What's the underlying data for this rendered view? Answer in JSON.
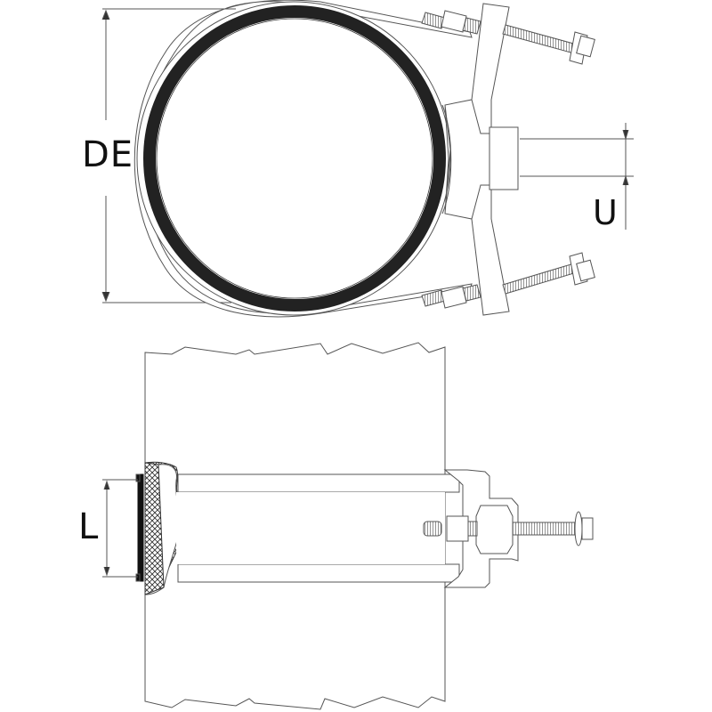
{
  "diagram": {
    "subject": "pipe repair clamp",
    "views": [
      {
        "name": "end view",
        "position": "top"
      },
      {
        "name": "side view",
        "position": "bottom"
      }
    ],
    "dimensions": {
      "de_label": "DE",
      "u_label": "U",
      "l_label": "L"
    },
    "colors": {
      "line": "#555555",
      "gasket": "#222222",
      "background": "#ffffff"
    }
  }
}
